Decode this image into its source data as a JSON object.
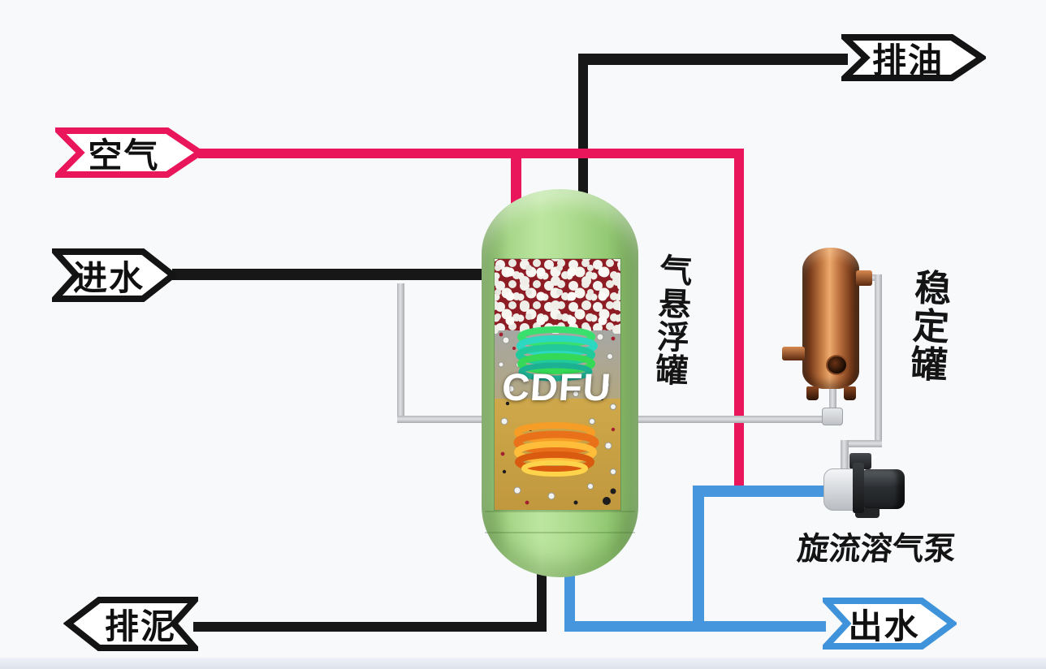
{
  "labels": {
    "oil_out": "排油",
    "air_in": "空气",
    "water_in": "进水",
    "sludge_out": "排泥",
    "water_out": "出水",
    "vessel_title": "CDFU",
    "vessel_caption": "气悬浮罐",
    "tank_caption": "稳定罐",
    "pump_caption": "旋流溶气泵"
  },
  "colors": {
    "air_line": "#e9165c",
    "outflow_line": "#4596dc",
    "process_line": "#171717",
    "recycle_line": "#c6c8cb",
    "vessel_green": "#a9d88d",
    "tank_copper": "#b06a38"
  }
}
